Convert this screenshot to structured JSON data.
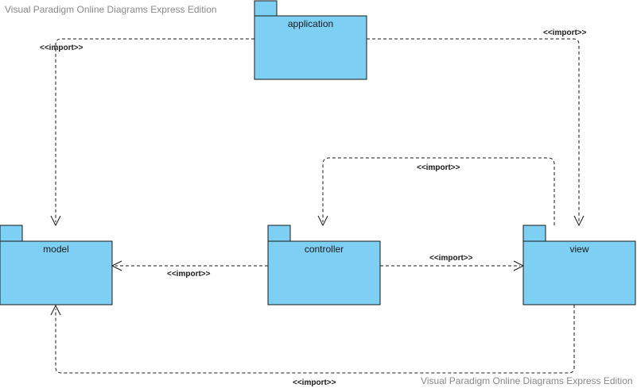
{
  "watermark": {
    "top": "Visual Paradigm Online Diagrams Express Edition",
    "bottom": "Visual Paradigm Online Diagrams Express Edition"
  },
  "colors": {
    "package_fill": "#7ecff4",
    "outline": "#1a1a1a",
    "watermark": "#8a8a8a"
  },
  "packages": {
    "application": "application",
    "model": "model",
    "controller": "controller",
    "view": "view"
  },
  "dependencies": {
    "application_to_model": "<<import>>",
    "application_to_view": "<<import>>",
    "view_to_controller": "<<import>>",
    "controller_to_model": "<<import>>",
    "controller_to_view": "<<import>>",
    "view_to_model": "<<import>>"
  }
}
